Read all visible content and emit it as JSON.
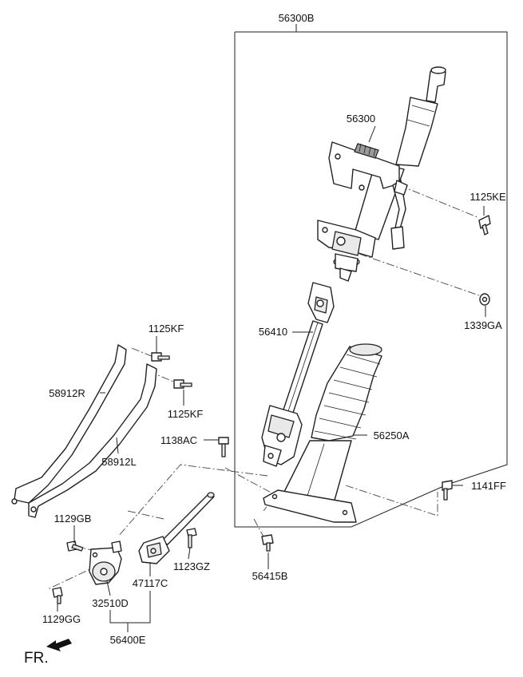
{
  "labels": {
    "assembly_top": "56300B",
    "column": "56300",
    "bolt_right": "1125KE",
    "nut_right": "1339GA",
    "shaft": "56410",
    "bolt_bracket_upper": "1125KF",
    "bolt_bracket_lower": "1125KF",
    "bracket_r": "58912R",
    "bracket_l": "58912L",
    "bolt_1138": "1138AC",
    "cover": "56250A",
    "bolt_1141": "1141FF",
    "bolt_1129gb": "1129GB",
    "bolt_1123": "1123GZ",
    "bolt_56415": "56415B",
    "joint": "47117C",
    "gear": "32510D",
    "bolt_1129gg": "1129GG",
    "assembly_bottom": "56400E",
    "front": "FR."
  }
}
